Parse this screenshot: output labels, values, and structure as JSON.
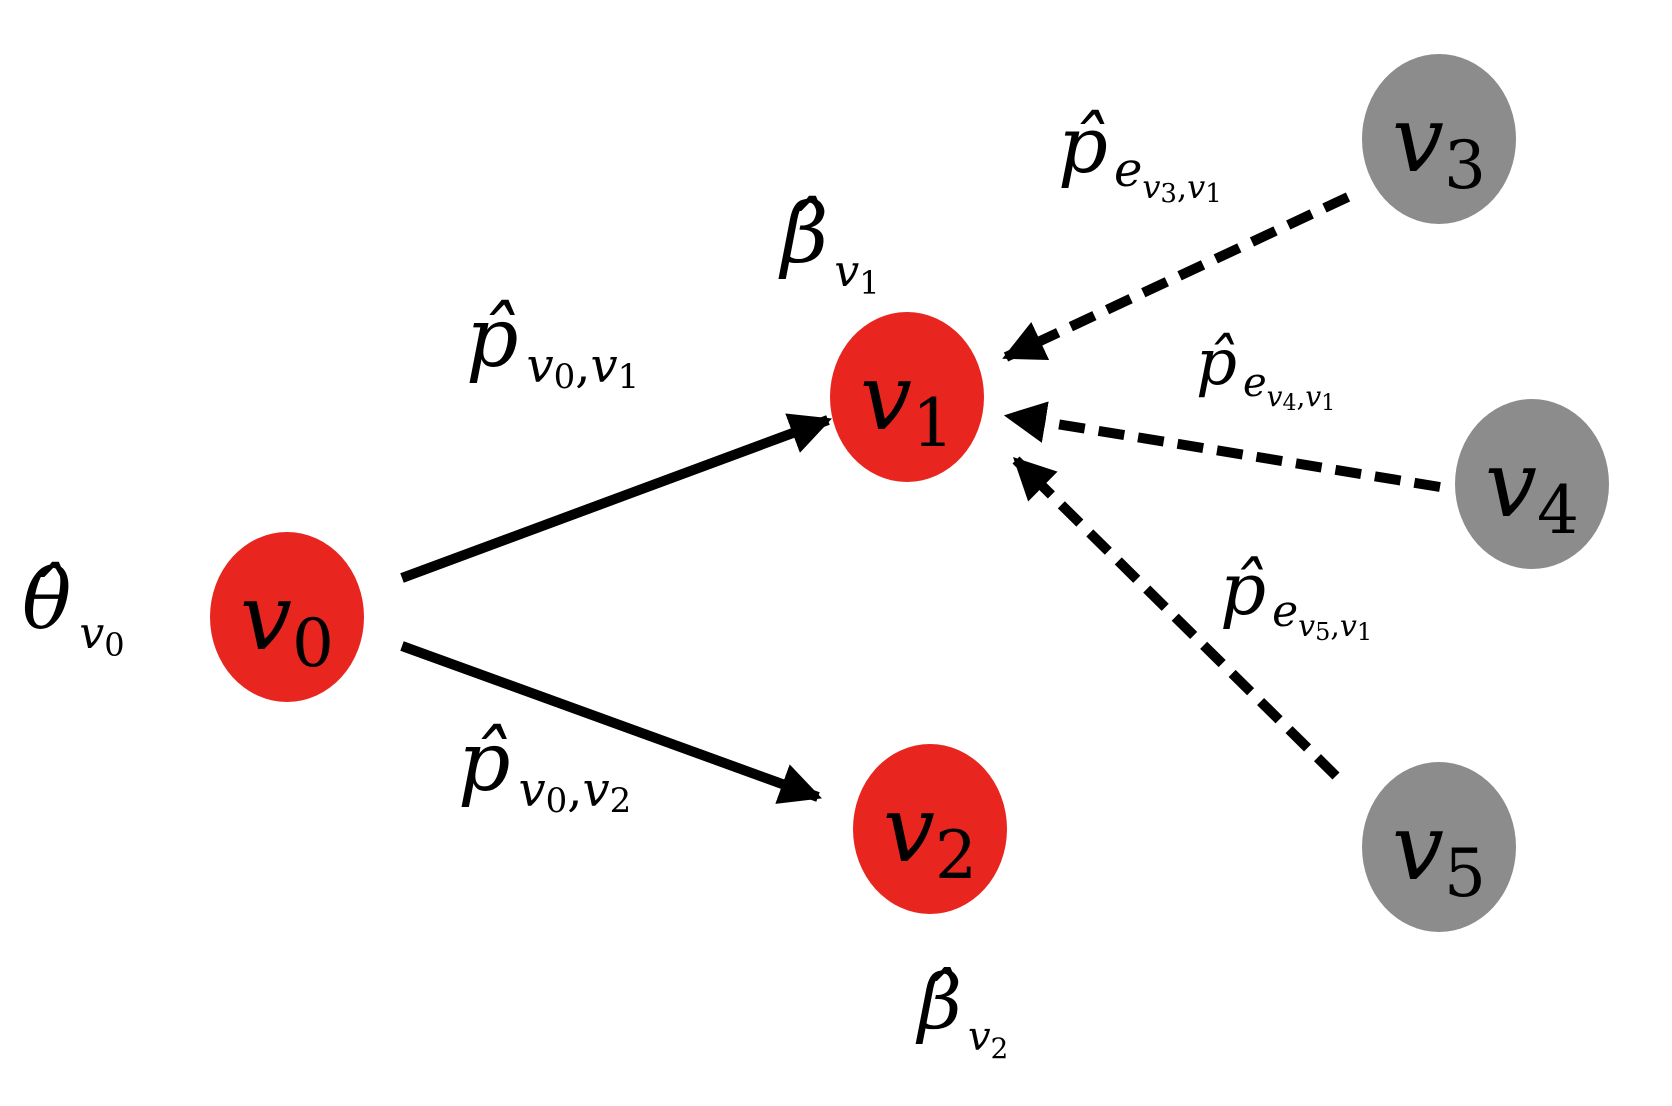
{
  "colors": {
    "active_node": "#e8251f",
    "inactive_node": "#8c8c8c",
    "edge": "#000000",
    "background": "#ffffff"
  },
  "nodes": [
    {
      "id": "v0",
      "base": "v",
      "sub": "0",
      "state": "active"
    },
    {
      "id": "v1",
      "base": "v",
      "sub": "1",
      "state": "active"
    },
    {
      "id": "v2",
      "base": "v",
      "sub": "2",
      "state": "active"
    },
    {
      "id": "v3",
      "base": "v",
      "sub": "3",
      "state": "inactive"
    },
    {
      "id": "v4",
      "base": "v",
      "sub": "4",
      "state": "inactive"
    },
    {
      "id": "v5",
      "base": "v",
      "sub": "5",
      "state": "inactive"
    }
  ],
  "edges": [
    {
      "from": "v0",
      "to": "v1",
      "style": "solid"
    },
    {
      "from": "v0",
      "to": "v2",
      "style": "solid"
    },
    {
      "from": "v3",
      "to": "v1",
      "style": "dashed"
    },
    {
      "from": "v4",
      "to": "v1",
      "style": "dashed"
    },
    {
      "from": "v5",
      "to": "v1",
      "style": "dashed"
    }
  ],
  "labels": {
    "theta_v0": {
      "symbol": "θ̂",
      "sub": "v",
      "subsub": "0"
    },
    "beta_v1": {
      "symbol": "β̂",
      "sub": "v",
      "subsub": "1"
    },
    "beta_v2": {
      "symbol": "β̂",
      "sub": "v",
      "subsub": "2"
    },
    "p_v0_v1": {
      "symbol": "p̂",
      "sub1": "v",
      "sub1sub": "0",
      "sep": ",",
      "sub2": "v",
      "sub2sub": "1"
    },
    "p_v0_v2": {
      "symbol": "p̂",
      "sub1": "v",
      "sub1sub": "0",
      "sep": ",",
      "sub2": "v",
      "sub2sub": "2"
    },
    "p_e_v3_v1": {
      "symbol": "p̂",
      "sub": "e",
      "inner1": "v",
      "inner1sub": "3",
      "sep": ",",
      "inner2": "v",
      "inner2sub": "1"
    },
    "p_e_v4_v1": {
      "symbol": "p̂",
      "sub": "e",
      "inner1": "v",
      "inner1sub": "4",
      "sep": ",",
      "inner2": "v",
      "inner2sub": "1"
    },
    "p_e_v5_v1": {
      "symbol": "p̂",
      "sub": "e",
      "inner1": "v",
      "inner1sub": "5",
      "sep": ",",
      "inner2": "v",
      "inner2sub": "1"
    }
  }
}
